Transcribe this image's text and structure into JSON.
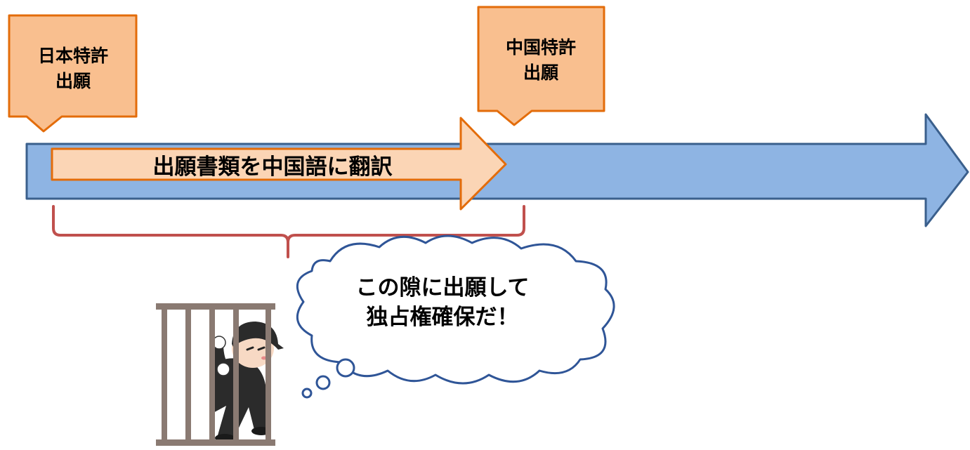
{
  "callouts": {
    "japan_line1": "日本特許",
    "japan_line2": "出願",
    "china_line1": "中国特許",
    "china_line2": "出願"
  },
  "translation_arrow": {
    "label": "出願書類を中国語に翻訳"
  },
  "thought_bubble": {
    "line1": "この隙に出願して",
    "line2": "独占権確保だ！"
  },
  "colors": {
    "timeline_fill": "#8EB4E3",
    "timeline_stroke": "#3A5F8C",
    "callout_fill": "#F9BF8F",
    "callout_stroke": "#E36C0A",
    "translation_fill": "#FBD5B5",
    "brace_stroke": "#C0504D",
    "bubble_stroke": "#2F5597",
    "cage_bar": "#8A7A72"
  },
  "icons": {
    "person": "thief-in-cage-icon"
  }
}
